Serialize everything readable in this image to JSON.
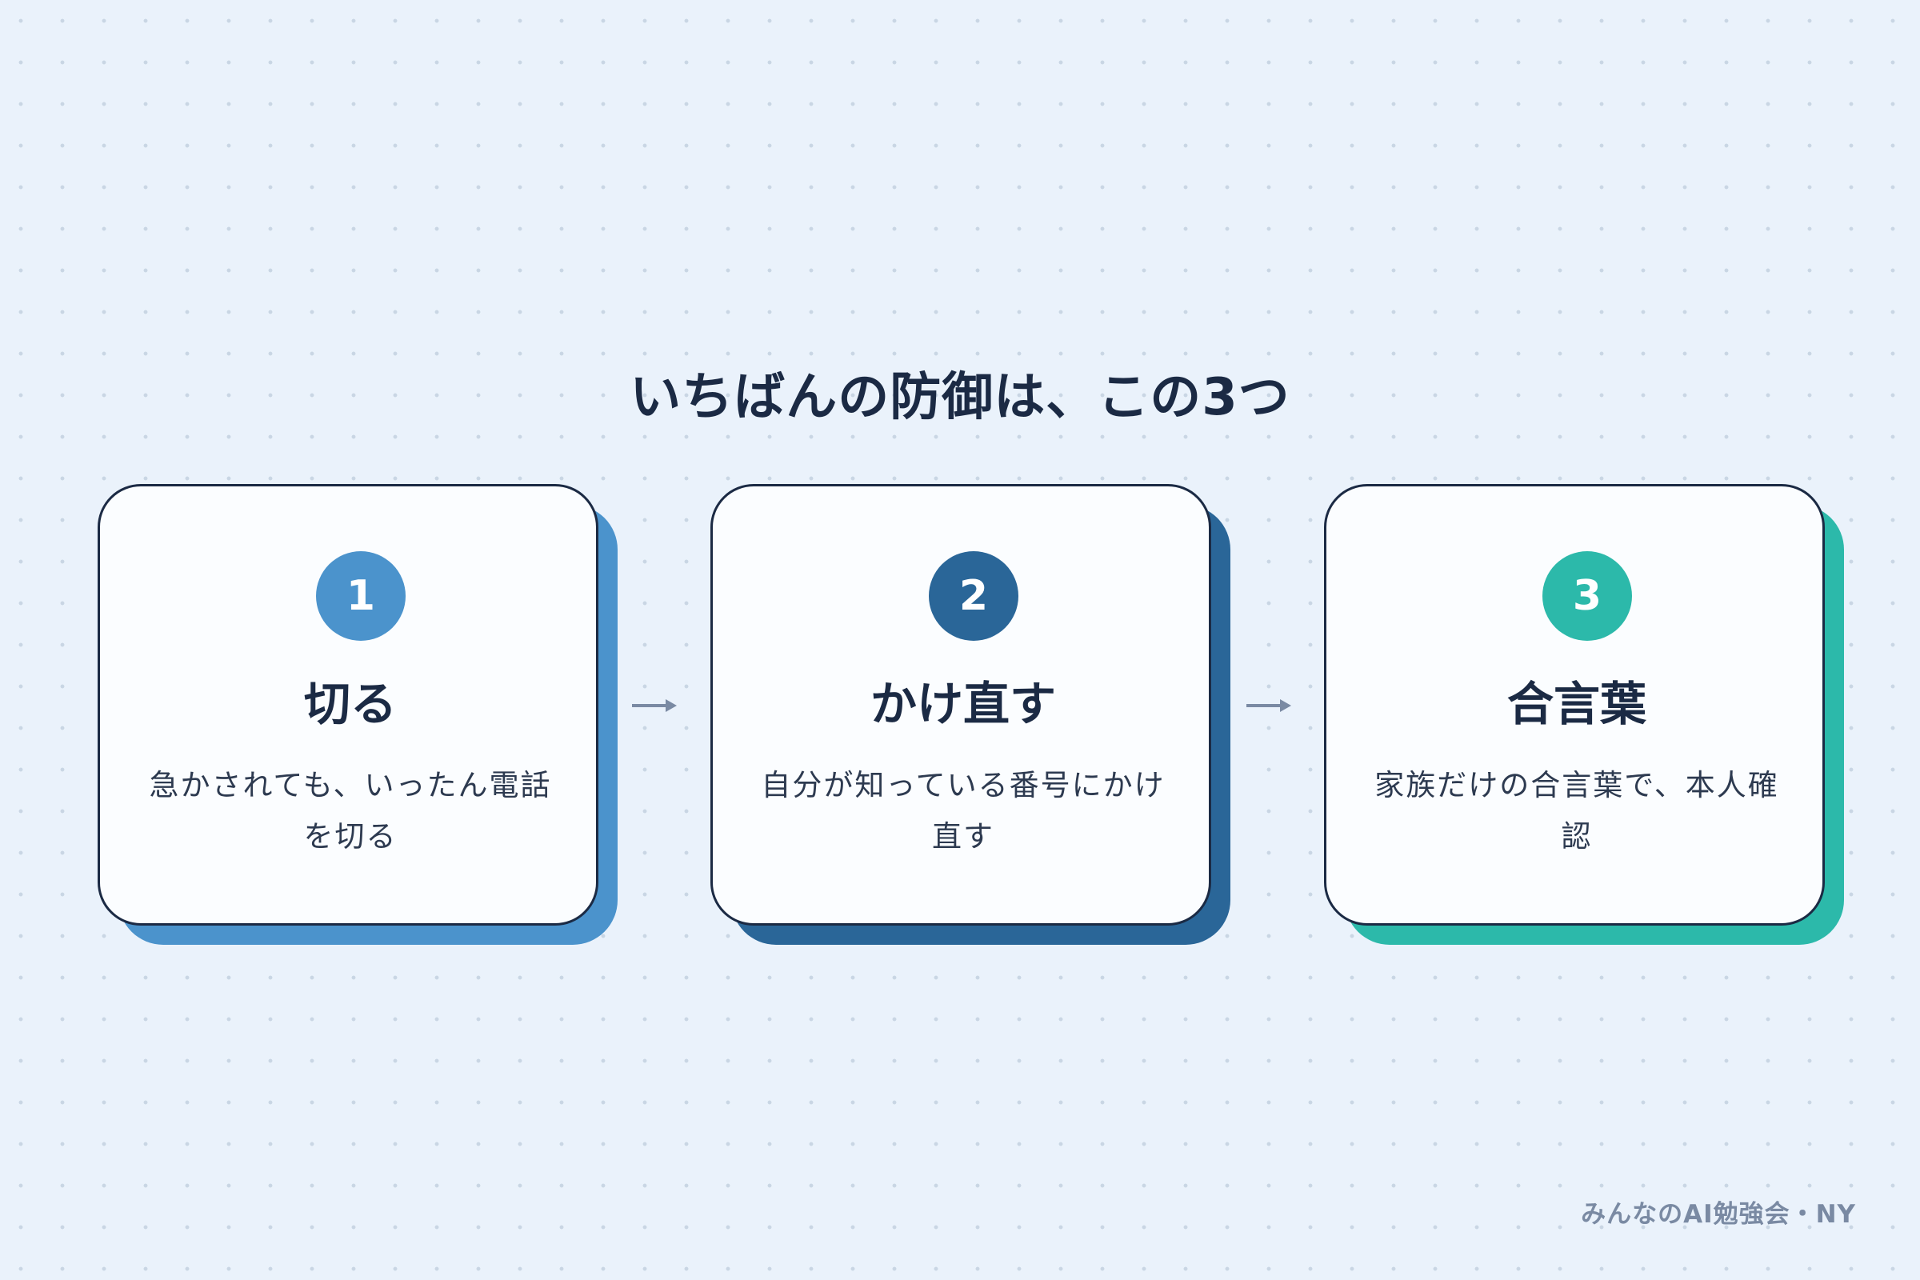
{
  "title": "いちばんの防御は、この3つ",
  "steps": [
    {
      "number": "1",
      "title": "切る",
      "description": "急かされても、いったん電話を切る",
      "color": "#4b93cc"
    },
    {
      "number": "2",
      "title": "かけ直す",
      "description": "自分が知っている番号にかけ直す",
      "color": "#2a6698"
    },
    {
      "number": "3",
      "title": "合言葉",
      "description": "家族だけの合言葉で、本人確認",
      "color": "#2cb9aa"
    }
  ],
  "arrow_color": "#7a8aa3",
  "footer": "みんなのAI勉強会・NY"
}
